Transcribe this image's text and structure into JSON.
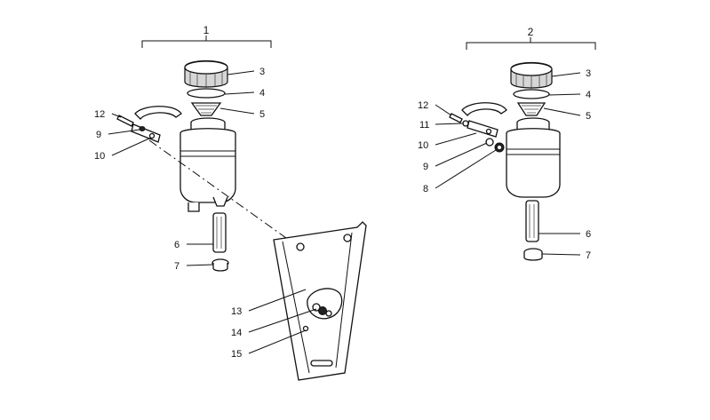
{
  "groups": [
    {
      "id": "1",
      "label": "1"
    },
    {
      "id": "2",
      "label": "2"
    }
  ],
  "left_callouts": {
    "3": "3",
    "4": "4",
    "5": "5",
    "12": "12",
    "9": "9",
    "10": "10",
    "6": "6",
    "7": "7",
    "13": "13",
    "14": "14",
    "15": "15"
  },
  "right_callouts": {
    "3": "3",
    "4": "4",
    "5": "5",
    "12": "12",
    "11": "11",
    "10": "10",
    "9": "9",
    "8": "8",
    "6": "6",
    "7": "7"
  }
}
